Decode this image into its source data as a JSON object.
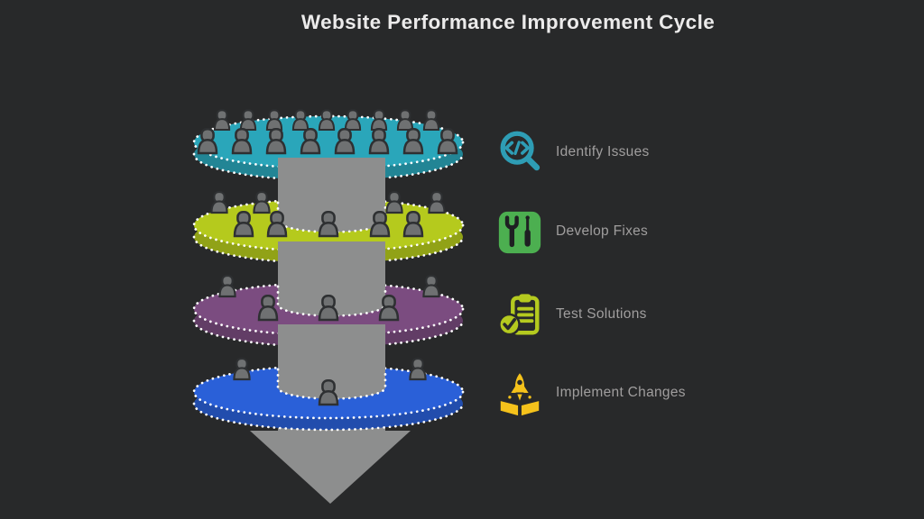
{
  "title": "Website Performance Improvement Cycle",
  "background_color": "#28292a",
  "title_color": "#ecebeb",
  "funnel": {
    "arrow_icon": "down-arrow-icon",
    "arrow_color": "#8d8e8e",
    "dotted_border_color": "#ffffff",
    "person_icon": "person-icon",
    "person_color": "#6f7172",
    "person_outline_color": "#2e3032",
    "discs": [
      {
        "name": "identify-issues-disc",
        "color": "#2aa6ba",
        "people": 17
      },
      {
        "name": "develop-fixes-disc",
        "color": "#b5ca1d",
        "people": 9
      },
      {
        "name": "test-solutions-disc",
        "color": "#7b4c80",
        "people": 5
      },
      {
        "name": "implement-changes-disc",
        "color": "#2a60d8",
        "people": 3
      }
    ]
  },
  "legend": {
    "label_color": "#a09e9e",
    "items": [
      {
        "label": "Identify Issues",
        "icon": "code-search-icon",
        "color": "#2e9db5"
      },
      {
        "label": "Develop Fixes",
        "icon": "tools-icon",
        "color": "#4caf50"
      },
      {
        "label": "Test Solutions",
        "icon": "checklist-check-icon",
        "color": "#b5ca1f"
      },
      {
        "label": "Implement Changes",
        "icon": "rocket-launch-icon",
        "color": "#f5c21b"
      }
    ]
  }
}
